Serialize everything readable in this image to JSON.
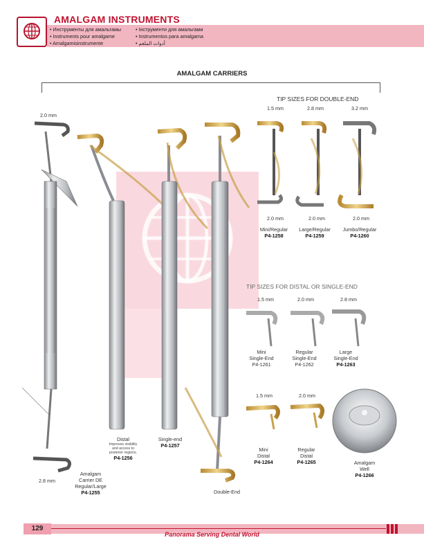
{
  "header": {
    "title": "AMALGAM INSTRUMENTS",
    "languages_col1": [
      "Инструменты для амальгамы",
      "Instruments pour amalgame",
      "Amalgamisinstrumente"
    ],
    "languages_col2": [
      "Інструменти для амальгами",
      "Instrumentos para amalgama",
      "أدوات الملغم"
    ]
  },
  "section_title": "AMALGAM CARRIERS",
  "tip_sizes_double_end": {
    "heading": "TIP SIZES FOR DOUBLE-END",
    "top_sizes": [
      "1.5 mm",
      "2.8 mm",
      "3.2 mm"
    ],
    "bottom_sizes": [
      "2.0 mm",
      "2.0 mm",
      "2.0 mm"
    ],
    "items": [
      {
        "name": "Mini/Regular",
        "code": "P4-1258"
      },
      {
        "name": "Large/Regular",
        "code": "P4-1259"
      },
      {
        "name": "Jumbo/Regular",
        "code": "P4-1260"
      }
    ]
  },
  "tip_sizes_distal": {
    "heading": "TIP SIZES FOR DISTAL OR SINGLE-END",
    "sizes": [
      "1.5 mm",
      "2.0 mm",
      "2.8 mm"
    ],
    "items": [
      {
        "line1": "Mini",
        "line2": "Single-End",
        "code": "P4-1261"
      },
      {
        "line1": "Regular",
        "line2": "Single-End",
        "code": "P4-1262"
      },
      {
        "line1": "Large",
        "line2": "Single-End",
        "code": "P4-1263"
      }
    ]
  },
  "distal_tips": {
    "sizes": [
      "1.5 mm",
      "2.0 mm"
    ],
    "items": [
      {
        "line1": "Mini",
        "line2": "Distal",
        "code": "P4-1264"
      },
      {
        "line1": "Regular",
        "line2": "Distal",
        "code": "P4-1265"
      }
    ]
  },
  "amalgam_well": {
    "line1": "Amalgam",
    "line2": "Well",
    "code": "P4-1266"
  },
  "carriers": {
    "large_top_size": "2.0 mm",
    "large_bottom_size": "2.8 mm",
    "large_line1": "Amalgam",
    "large_line2": "Carrier DE",
    "large_line3": "Regular/Large",
    "large_code": "P4-1255",
    "distal_name": "Distal",
    "distal_note1": "Improves visibility",
    "distal_note2": "and access to",
    "distal_note3": "posterior regions.",
    "distal_code": "P4-1256",
    "single_name": "Single-end",
    "single_code": "P4-1257",
    "double_name": "Double-End"
  },
  "footer": {
    "page_number": "129",
    "text": "Panorama Serving Dental World"
  },
  "colors": {
    "brand_red": "#c0122f",
    "band_pink": "#f2b6c1",
    "gold": "#c9a04a"
  }
}
